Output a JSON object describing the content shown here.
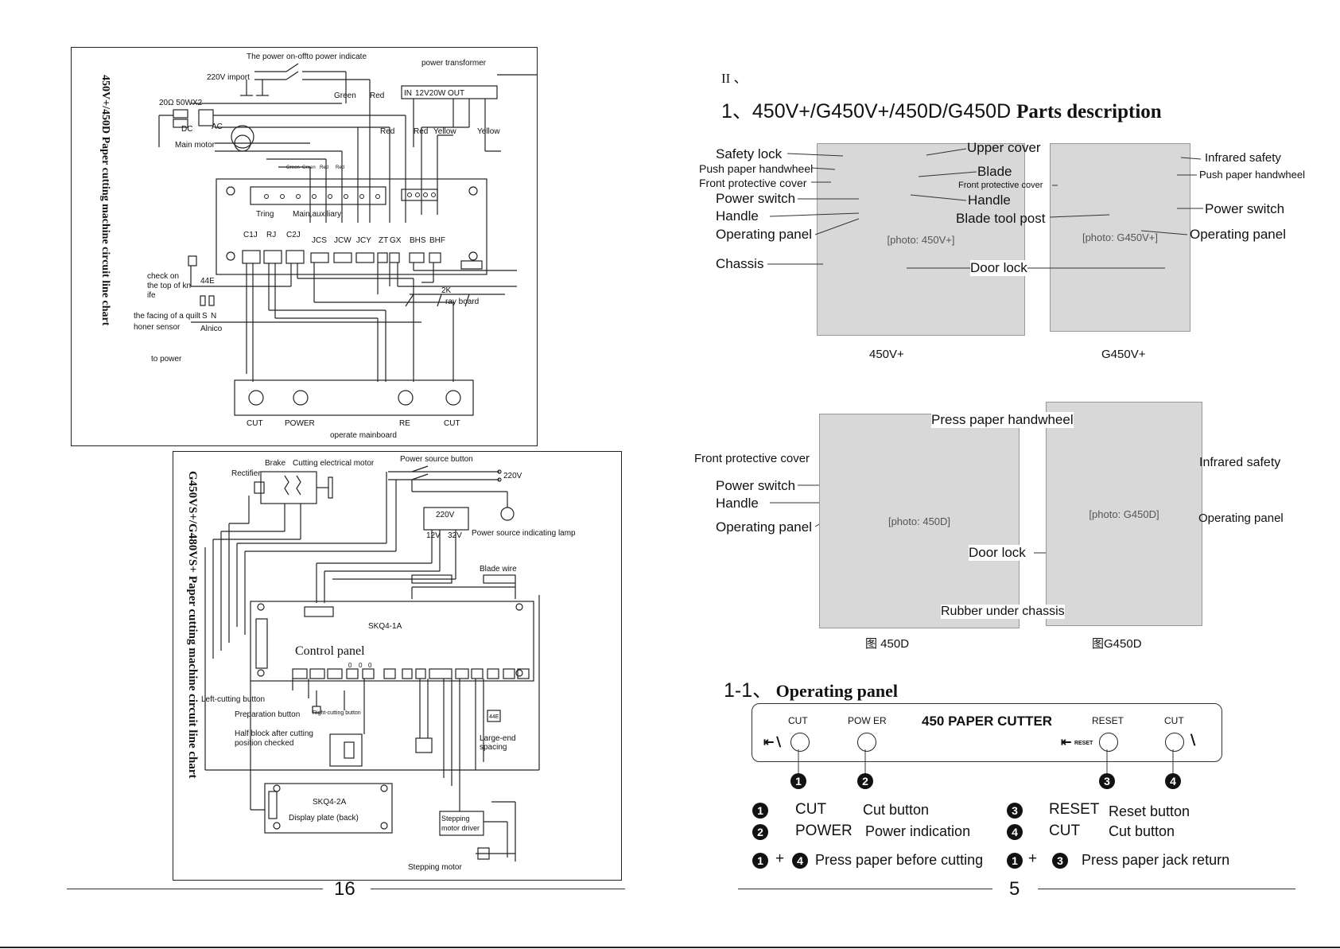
{
  "left_page": {
    "diagram1": {
      "title": "450V+/450D Paper cutting machine circuit line chart",
      "labels": {
        "power_onoff": "The power on-offto power indicate",
        "import": "220V import",
        "res": "20Ω 50WX2",
        "dc": "DC",
        "ac": "AC",
        "main_motor": "Main motor",
        "green1": "Green",
        "red1": "Red",
        "red2": "Red",
        "green_small1": "Green",
        "green_small2": "Green",
        "red_small1": "Red",
        "red_small2": "Red",
        "power_transformer": "power transformer",
        "in": "IN",
        "v12": "12V20W",
        "out": "OUT",
        "red3": "Red",
        "yellow1": "Yellow",
        "yellow2": "Yellow",
        "tring": "Tring",
        "main_aux": "Main,auxiliary",
        "c1j": "C1J",
        "rj": "RJ",
        "c2j": "C2J",
        "jcs": "JCS",
        "jcw": "JCW",
        "jcy": "JCY",
        "zt": "ZT",
        "gx": "GX",
        "bhs": "BHS",
        "bhf": "BHF",
        "check_on": "check on",
        "top_of_kn": "the top of kn",
        "ife": "ife",
        "e44": "44E",
        "r2k": "2K",
        "ray_board": "ray board",
        "facing": "the facing of a quilt",
        "honer": "honer sensor",
        "s": "S",
        "n": "N",
        "alnico": "Alnico",
        "to_power": "to power",
        "cut1": "CUT",
        "power": "POWER",
        "re": "RE",
        "cut2": "CUT",
        "operate_mainboard": "operate mainboard"
      }
    },
    "diagram2": {
      "title": "G450VS+/G480VS+ Paper cutting machine circuit line chart",
      "labels": {
        "brake": "Brake",
        "cutting_motor": "Cutting electrical motor",
        "rectifier": "Rectifier",
        "power_source_button": "Power source button",
        "v220": "220V",
        "v220b": "220V",
        "v12": "12V",
        "v32": "32V",
        "indicating_lamp": "Power source indicating lamp",
        "blade_wire": "Blade wire",
        "skq41a": "SKQ4-1A",
        "control_panel": "Control panel",
        "left_cutting": "Left-cutting button",
        "preparation": "Preparation button",
        "right_cutting": "Right-cutting button",
        "half_block": "Half block after cutting",
        "position_checked": "position checked",
        "e44": "44E",
        "large_end": "Large-end",
        "spacing": "spacing",
        "skq42a": "SKQ4-2A",
        "display_plate": "Display plate (back)",
        "stepping_driver1": "Stepping",
        "stepping_driver2": "motor driver",
        "stepping_motor": "Stepping motor",
        "zero1": "0",
        "zero2": "0",
        "zero3": "0"
      }
    },
    "page_number": "16"
  },
  "right_page": {
    "section_roman": "II 、",
    "heading1_prefix": "1、450V+/G450V+/450D/G450D",
    "heading1_suffix": "Parts description",
    "photo_row1": {
      "left_labels": [
        "Safety lock",
        "Push paper handwheel",
        "Front protective cover",
        "Power switch",
        "Handle",
        "Operating panel",
        "Chassis"
      ],
      "center_labels": [
        "Upper cover",
        "Blade",
        "Front protective cover",
        "Handle",
        "Blade tool post",
        "Door lock"
      ],
      "right_labels": [
        "Infrared safety",
        "Push paper handwheel",
        "Power switch",
        "Operating panel"
      ],
      "caption_left": "450V+",
      "caption_right": "G450V+"
    },
    "photo_row2": {
      "top_label": "Press paper handwheel",
      "left_labels": [
        "Front protective cover",
        "Power switch",
        "Handle",
        "Operating panel"
      ],
      "center_labels": [
        "Door lock",
        "Rubber under chassis"
      ],
      "right_labels": [
        "Infrared safety",
        "Operating panel"
      ],
      "caption_left": "图 450D",
      "caption_right": "图G450D"
    },
    "heading2_prefix": "1-1、",
    "heading2_suffix": "Operating panel",
    "panel": {
      "title": "450 PAPER CUTTER",
      "cut_left": "CUT",
      "power": "POW ER",
      "reset": "RESET",
      "cut_right": "CUT",
      "reset_small": "RESET"
    },
    "badges": [
      "1",
      "2",
      "3",
      "4"
    ],
    "legend": [
      {
        "num": "1",
        "key": "CUT",
        "desc": "Cut button"
      },
      {
        "num": "2",
        "key": "POWER",
        "desc": "Power indication"
      },
      {
        "num": "3",
        "key": "RESET",
        "desc": "Reset button"
      },
      {
        "num": "4",
        "key": "CUT",
        "desc": "Cut button"
      }
    ],
    "combos": [
      {
        "a": "1",
        "b": "4",
        "plus": "+",
        "desc": "Press paper before cutting"
      },
      {
        "a": "1",
        "b": "3",
        "plus": "+",
        "desc": "Press paper jack return"
      }
    ],
    "page_number": "5"
  }
}
